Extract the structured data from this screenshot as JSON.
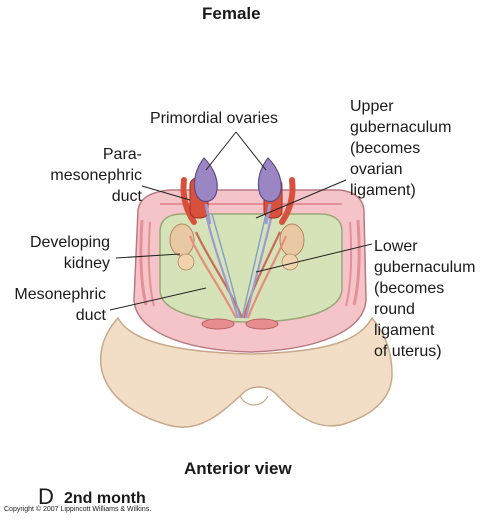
{
  "header": {
    "title": "Female"
  },
  "labels": {
    "primordial_ovaries": "Primordial ovaries",
    "paramesonephric_duct": "Para-\nmesonephric\nduct",
    "upper_gubernaculum": "Upper\ngubernaculum\n(becomes\novarian\nligament)",
    "developing_kidney": "Developing\nkidney",
    "mesonephric_duct": "Mesonephric\nduct",
    "lower_gubernaculum": "Lower\ngubernaculum\n(becomes\nround\nligament\nof uterus)"
  },
  "view_label": "Anterior view",
  "panel": {
    "letter": "D",
    "stage": "2nd month"
  },
  "copyright": "Copyright © 2007 Lippincott Williams & Wilkins.",
  "colors": {
    "skin": "#f2ddc6",
    "skin_edge": "#c9a98a",
    "wall": "#f4c4c8",
    "wall_stripe": "#e58f98",
    "cavity": "#d6e3b8",
    "ovary": "#9b86c4",
    "duct_red": "#d9503c",
    "ureter": "#e88c7a"
  }
}
